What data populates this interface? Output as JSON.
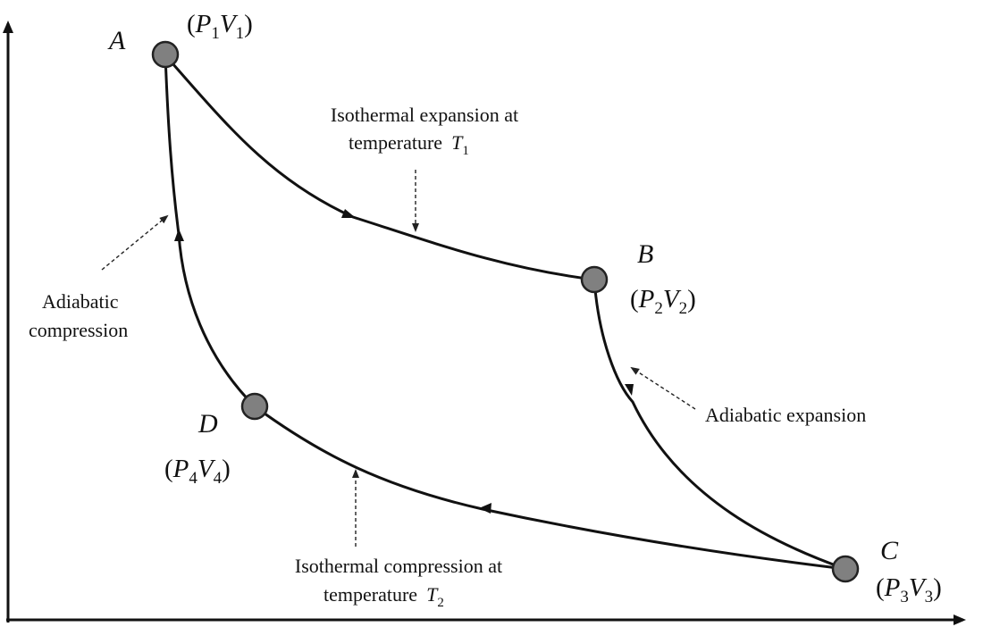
{
  "points": {
    "A": {
      "letter": "A",
      "coord": {
        "p": "P",
        "p_sub": "1",
        "v": "V",
        "v_sub": "1"
      }
    },
    "B": {
      "letter": "B",
      "coord": {
        "p": "P",
        "p_sub": "2",
        "v": "V",
        "v_sub": "2"
      }
    },
    "C": {
      "letter": "C",
      "coord": {
        "p": "P",
        "p_sub": "3",
        "v": "V",
        "v_sub": "3"
      }
    },
    "D": {
      "letter": "D",
      "coord": {
        "p": "P",
        "p_sub": "4",
        "v": "V",
        "v_sub": "4"
      }
    }
  },
  "processes": {
    "isothermal_expansion": {
      "line1": "Isothermal expansion at",
      "line2": "temperature",
      "temp_symbol": "T",
      "temp_sub": "1"
    },
    "adiabatic_expansion": {
      "text": "Adiabatic expansion"
    },
    "isothermal_compression": {
      "line1": "Isothermal compression at",
      "line2": "temperature",
      "temp_symbol": "T",
      "temp_sub": "2"
    },
    "adiabatic_compression": {
      "line1": "Adiabatic",
      "line2": "compression"
    }
  },
  "colors": {
    "node_fill": "#808080",
    "line": "#111111"
  }
}
